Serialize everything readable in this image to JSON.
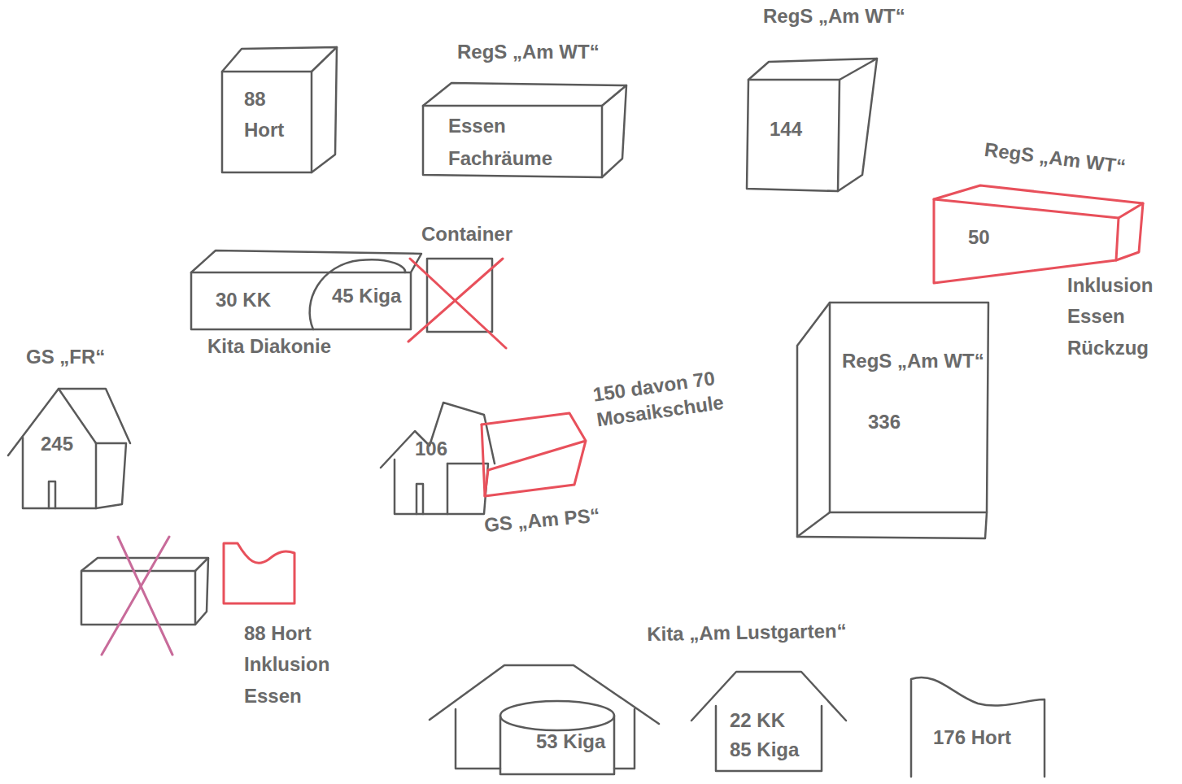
{
  "diagram": {
    "nodes": [
      {
        "text": [
          "88 Hort"
        ]
      },
      {
        "text": [
          "RegS „Am WT“",
          "Essen Fachräume"
        ]
      },
      {
        "text": [
          "RegS „Am WT“",
          "144"
        ]
      },
      {
        "text": [
          "RegS „Am WT“",
          "50",
          "Inklusion Essen Rückzug"
        ]
      },
      {
        "text": [
          "30 KK",
          "45 Kiga",
          "Kita Diakonie"
        ]
      },
      {
        "text": [
          "Container"
        ]
      },
      {
        "text": [
          "GS „FR“",
          "245"
        ]
      },
      {
        "text": [
          "106",
          "GS „Am PS“"
        ]
      },
      {
        "text": [
          "150 davon 70 Mosaikschule"
        ]
      },
      {
        "text": [
          "RegS „Am WT“",
          "336"
        ]
      },
      {
        "text": [
          "88 Hort Inklusion Essen"
        ]
      },
      {
        "text": [
          "53 Kiga"
        ]
      },
      {
        "text": [
          "22 KK 85 Kiga"
        ]
      },
      {
        "text": [
          "176 Hort"
        ]
      }
    ],
    "labels": [
      "Kita „Am Lustgarten“"
    ]
  }
}
